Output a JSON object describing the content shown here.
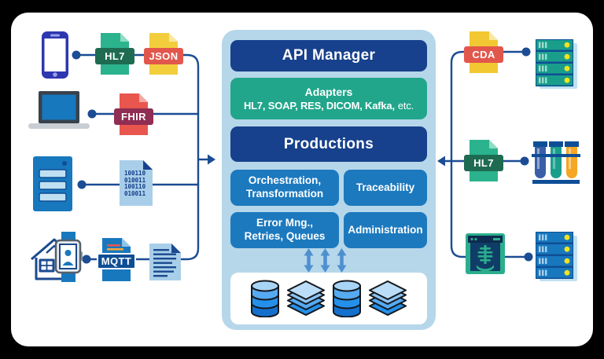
{
  "colors": {
    "page_bg": "#000000",
    "card_bg": "#FFFFFF",
    "panel_bg": "#B6D7EA",
    "navy_box": "#17418C",
    "teal_box": "#21A68B",
    "blue_box": "#1C79BE",
    "wire": "#1B4C94",
    "flow_arrow": "#4E8FD0"
  },
  "panel": {
    "api_manager_label": "API Manager",
    "adapters_title": "Adapters",
    "adapters_protocols": "HL7, SOAP, RES, DICOM, Kafka,",
    "adapters_etc": "etc.",
    "productions_label": "Productions",
    "modules": [
      {
        "label": "Orchestration,\nTransformation"
      },
      {
        "label": "Traceability"
      },
      {
        "label": "Error Mng.,\nRetries, Queues"
      },
      {
        "label": "Administration"
      }
    ]
  },
  "badges": {
    "hl7_left": "HL7",
    "json": "JSON",
    "fhir": "FHIR",
    "mqtt": "MQTT",
    "cda": "CDA",
    "hl7_right": "HL7"
  },
  "binary_file_text": "100110\n010011\n100110\n010011",
  "icons": {
    "left_sources": [
      "smartphone-icon",
      "laptop-icon",
      "server-tower-icon",
      "home-iot-icon"
    ],
    "right_endpoints": [
      "server-rack-teal-icon",
      "test-tubes-icon",
      "xray-icon",
      "server-rack-blue-icon"
    ],
    "storage": [
      "database-cylinder-icon",
      "data-layers-icon",
      "database-cylinder-icon",
      "data-layers-icon"
    ],
    "misc": [
      "document-icon",
      "binary-file-icon",
      "bidirectional-arrow-icon"
    ]
  }
}
